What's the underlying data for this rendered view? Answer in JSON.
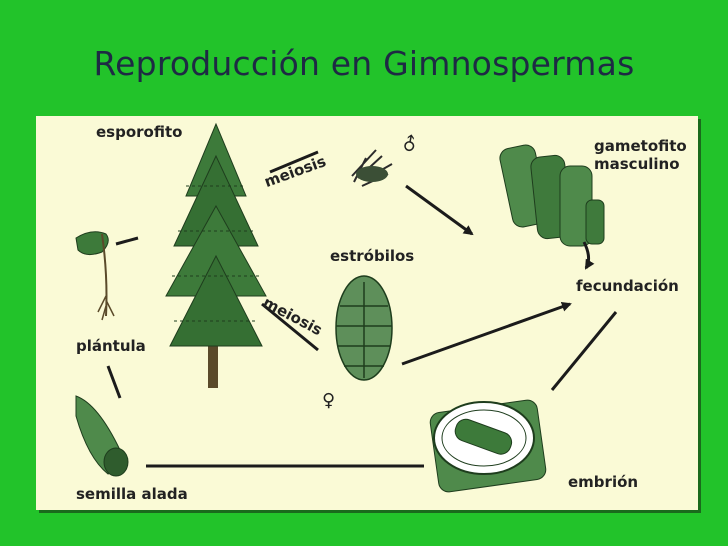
{
  "title": "Reproducción en Gimnospermas",
  "labels": {
    "esporofito": "esporofito",
    "meiosis_top": "meiosis",
    "male_symbol": "♂",
    "gametofito_line1": "gametofito",
    "gametofito_line2": "masculino",
    "estrobilos": "estróbilos",
    "meiosis_mid": "meiosis",
    "fecundacion": "fecundación",
    "plantula": "plántula",
    "female_symbol": "♀",
    "semilla": "semilla alada",
    "embrion": "embrión"
  },
  "colors": {
    "background": "#22c32a",
    "panel": "#fafad6",
    "plant": "#3d7a3a",
    "arrow": "#1b1b1b"
  }
}
